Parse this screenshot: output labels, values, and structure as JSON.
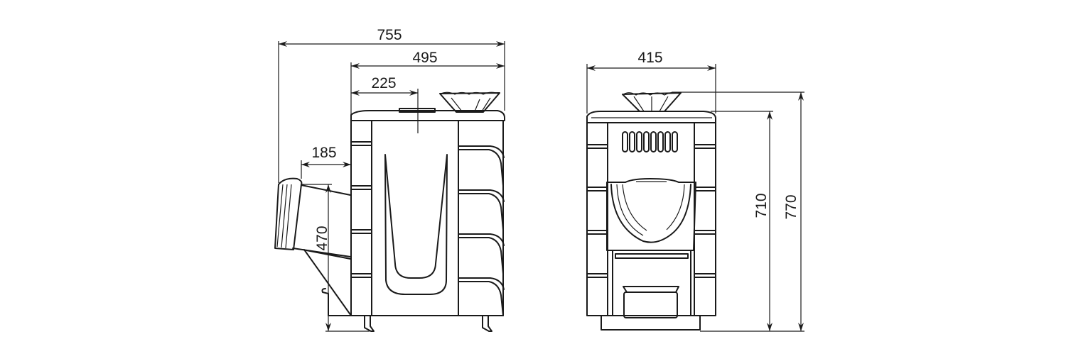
{
  "drawing": {
    "side_view": {
      "dimensions": {
        "overall_depth": "755",
        "body_depth": "495",
        "chimney_offset": "225",
        "firebox_tunnel_length": "185",
        "firebox_tunnel_height": "470"
      }
    },
    "front_view": {
      "dimensions": {
        "width": "415",
        "body_height": "710",
        "overall_height": "770"
      }
    },
    "colors": {
      "line": "#1a1a1a",
      "background": "#ffffff"
    }
  }
}
